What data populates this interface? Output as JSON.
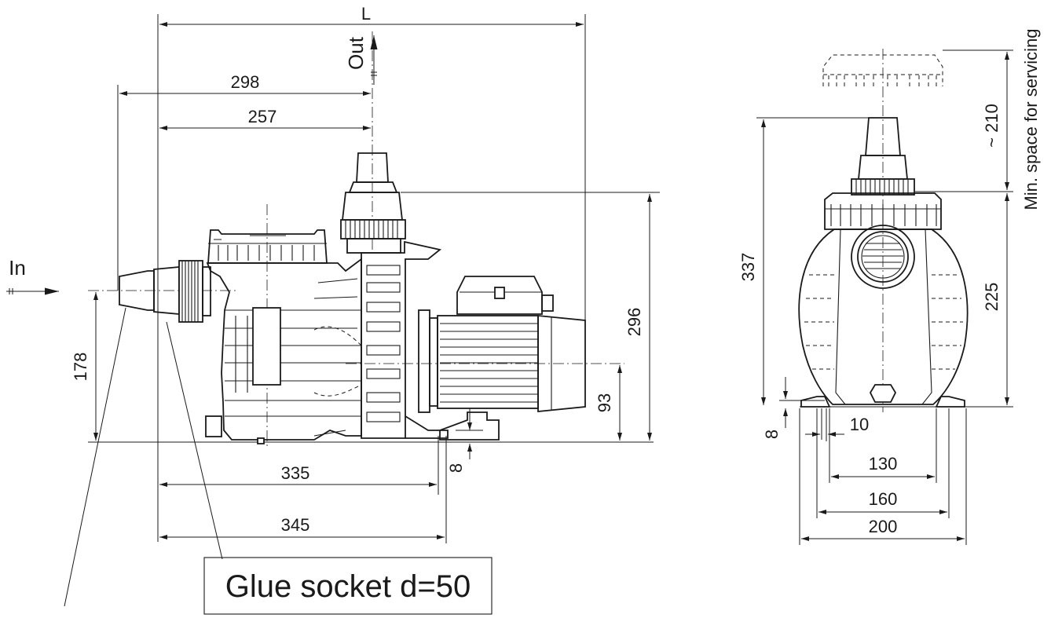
{
  "labels": {
    "length": "L",
    "outlet": "Out",
    "inlet": "In",
    "servicing": "Min. space for servicing",
    "glue_socket": "Glue socket d=50"
  },
  "side_view": {
    "dims": {
      "overall_inlet_to_outlet": "298",
      "body_to_outlet": "257",
      "inlet_height": "178",
      "overall_height": "296",
      "motor_axis_height": "93",
      "foot_thickness": "8",
      "base_length": "335",
      "total_base_length": "345"
    }
  },
  "front_view": {
    "dims": {
      "overall_height": "337",
      "lid_clearance": "~ 210",
      "lid_height": "225",
      "foot_thickness": "8",
      "foot_gap": "10",
      "inner_mount_width": "130",
      "outer_mount_width": "160",
      "total_width": "200"
    }
  }
}
